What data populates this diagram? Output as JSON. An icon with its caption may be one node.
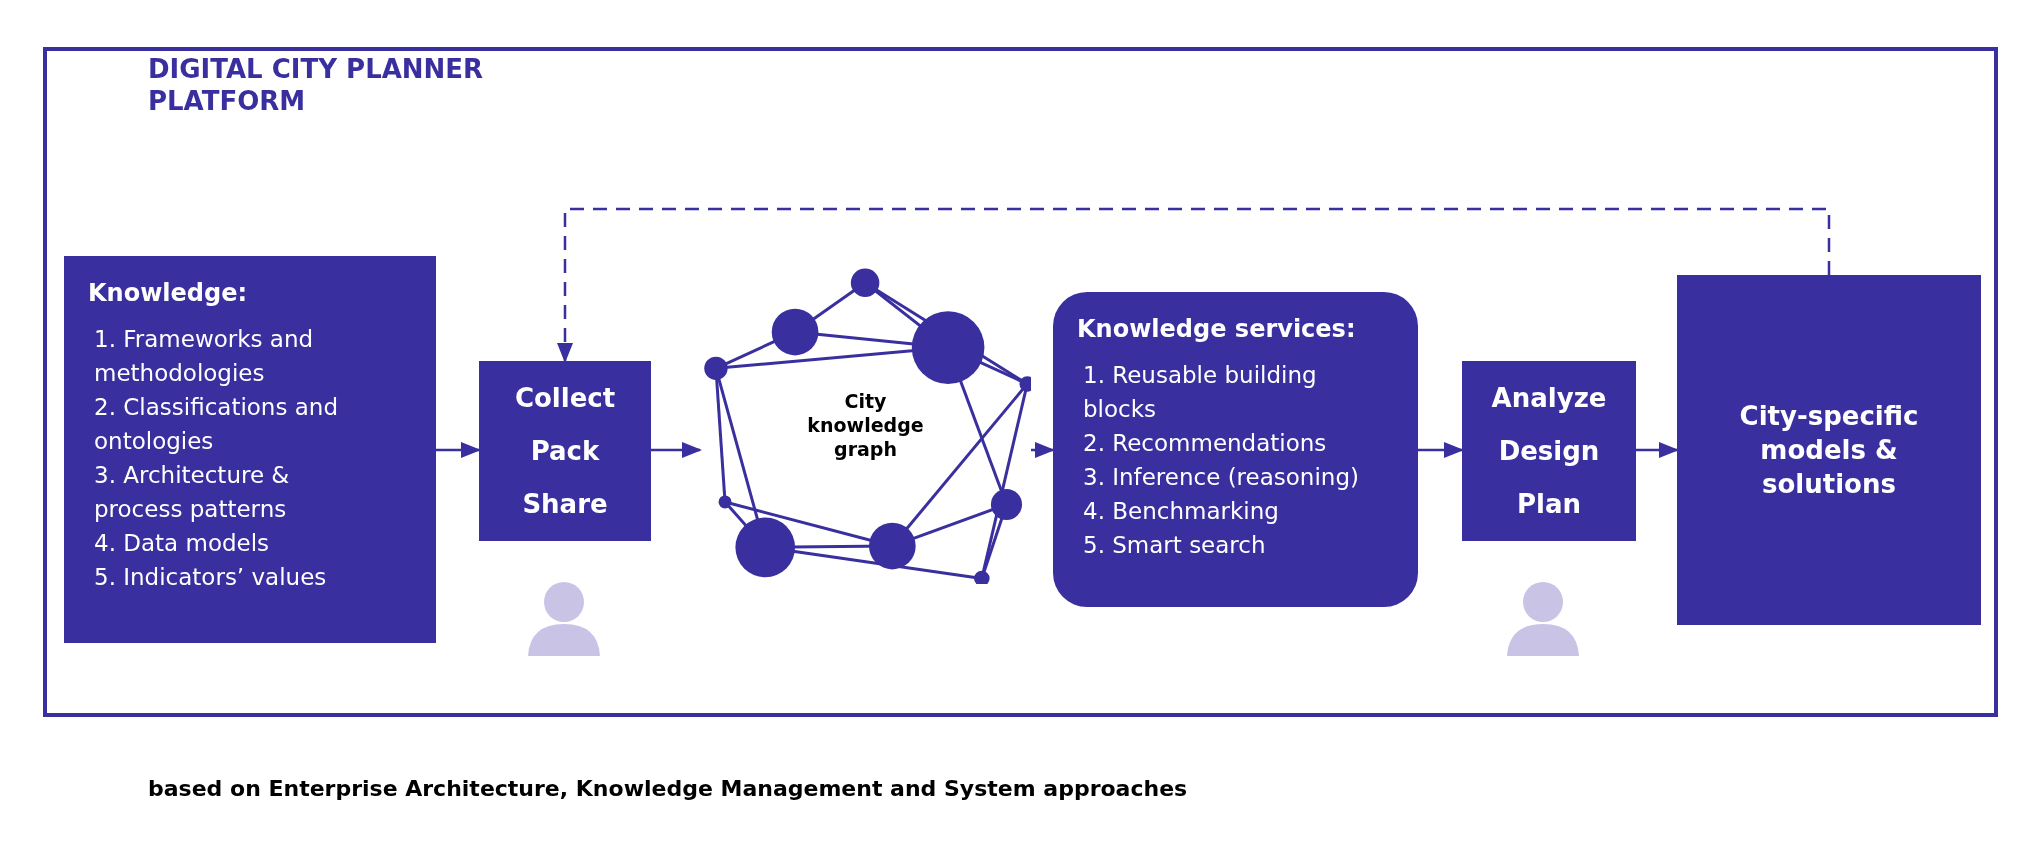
{
  "diagram": {
    "caption": "based on Enterprise Architecture, Knowledge Management and System approaches",
    "nodes": [
      {
        "text": [
          "DIGITAL CITY PLANNER PLATFORM"
        ]
      },
      {
        "text": [
          "Knowledge:",
          "1. Frameworks and methodologies",
          "2. Classifications and ontologies",
          "3. Architecture & process patterns",
          "4. Data models",
          "5. Indicators’ values"
        ],
        "in": 0
      },
      {
        "text": [
          "Collect",
          "Pack",
          "Share"
        ],
        "in": 0
      },
      {
        "text": [
          "City knowledge graph"
        ],
        "in": 0
      },
      {
        "text": [
          "Knowledge services:",
          "1. Reusable building blocks",
          "2. Recommendations",
          "3. Inference (reasoning)",
          "4. Benchmarking",
          "5. Smart search"
        ],
        "in": 0
      },
      {
        "text": [
          "Analyze",
          "Design",
          "Plan"
        ],
        "in": 0
      },
      {
        "text": [
          "City-specific models & solutions"
        ],
        "in": 0
      }
    ],
    "edges": [
      {
        "from": 1,
        "to": 2,
        "arrow": "to"
      },
      {
        "from": 2,
        "to": 3,
        "arrow": "to"
      },
      {
        "from": 3,
        "to": 4,
        "arrow": "to"
      },
      {
        "from": 4,
        "to": 5,
        "arrow": "to"
      },
      {
        "from": 5,
        "to": 6,
        "arrow": "to"
      },
      {
        "from": 6,
        "to": 2,
        "arrow": "to",
        "style": "dashed"
      }
    ]
  }
}
